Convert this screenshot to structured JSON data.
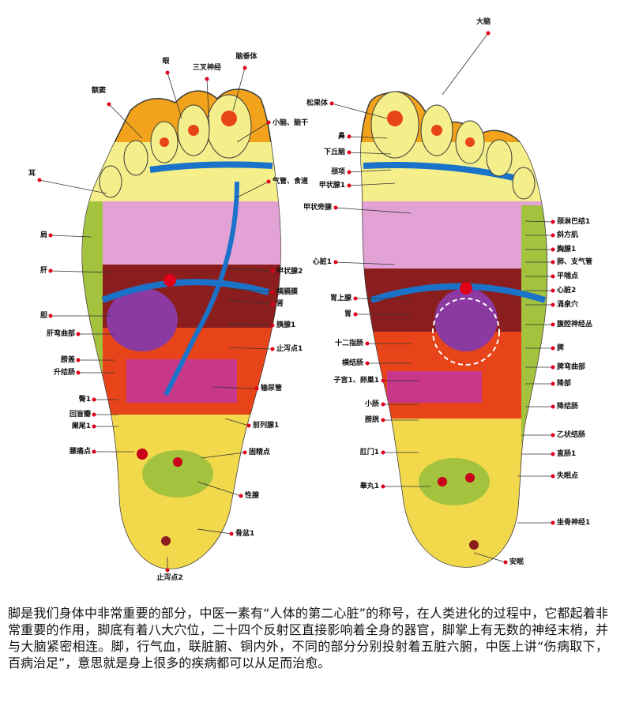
{
  "left_foot_labels": [
    "额窦",
    "眼",
    "三叉神经",
    "脑垂体",
    "小脑、脑干",
    "耳",
    "气管、食道",
    "肩",
    "肝",
    "甲状腺2",
    "横膈膜",
    "肾",
    "胆",
    "胰腺1",
    "肝弯曲部",
    "止泻点1",
    "膀盖",
    "升结肠",
    "输尿管",
    "臀1",
    "回盲瓣",
    "阑尾1",
    "前列腺1",
    "腰痛点",
    "固精点",
    "性腺",
    "骨盆1",
    "止泻点2"
  ],
  "right_foot_labels": [
    "大脑",
    "松果体",
    "鼻",
    "下丘脑",
    "颈项",
    "甲状腺1",
    "甲状旁腺",
    "颈淋巴结1",
    "斜方肌",
    "胸腺1",
    "肺、支气管",
    "平喘点",
    "心脏1",
    "心脏2",
    "涌泉穴",
    "胃上腺",
    "腹腔神经丛",
    "胃",
    "脾",
    "十二指肠",
    "脾弯曲部",
    "横结肠",
    "子宫1、卵巢1",
    "降部",
    "降结肠",
    "小肠",
    "膀胱",
    "乙状结肠",
    "肛门1",
    "直肠1",
    "失眠点",
    "睾丸1",
    "坐骨神经1",
    "安眠"
  ],
  "caption": "脚是我们身体中非常重要的部分，中医一素有“人体的第二心脏”的称号，在人类进化的过程中，它都起着非常重要的作用，脚底有着八大穴位，二十四个反射区直接影响着全身的器官，脚掌上有无数的神经末梢，并与大脑紧密相连。脚，行气血，联脏腑、铜内外，不同的部分分别投射着五脏六腑，中医上讲“伤病取下，百病治足”，意思就是身上很多的疾病都可以从足而治愈。"
}
